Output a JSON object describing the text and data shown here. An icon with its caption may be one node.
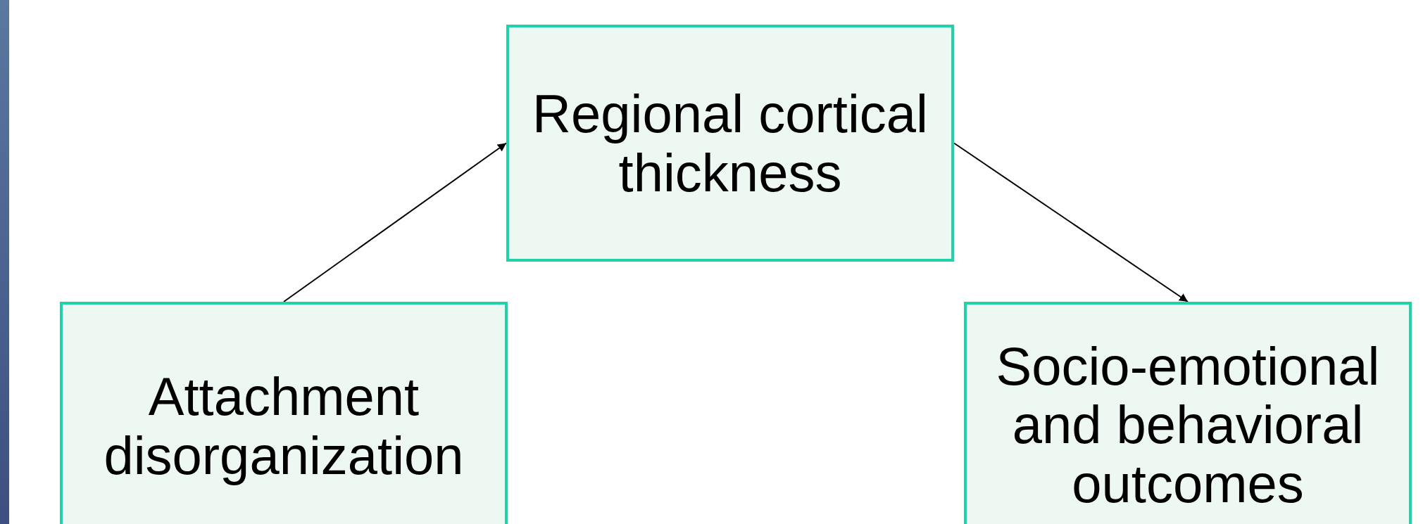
{
  "diagram": {
    "nodes": [
      {
        "text": [
          "Attachment disorganization"
        ]
      },
      {
        "text": [
          "Regional cortical thickness"
        ]
      },
      {
        "text": [
          "Socio-emotional and behavioral outcomes"
        ]
      }
    ],
    "edges": [
      {
        "from": 0,
        "to": 1,
        "arrow": "to"
      },
      {
        "from": 1,
        "to": 2,
        "arrow": "to"
      }
    ]
  }
}
